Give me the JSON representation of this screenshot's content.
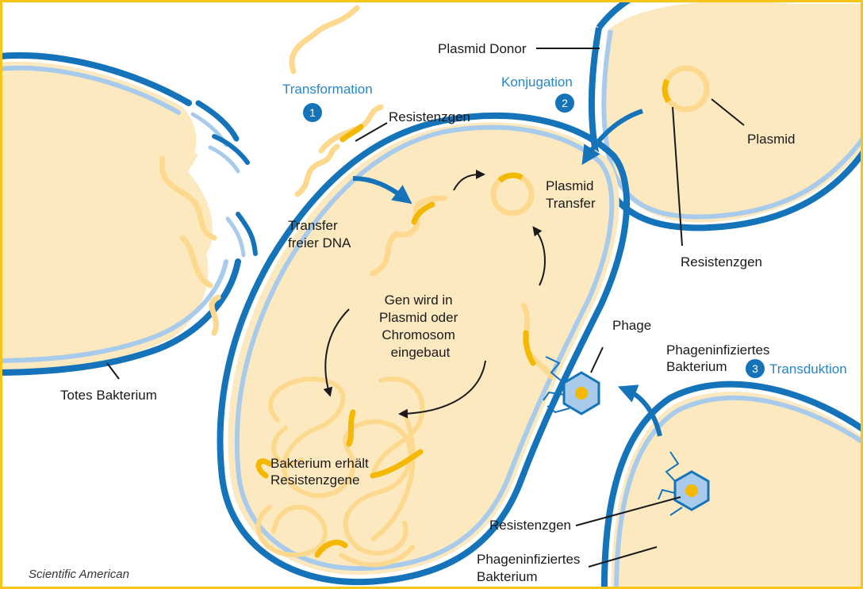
{
  "colors": {
    "frame": "#f5c518",
    "membrane_outer": "#1473b9",
    "membrane_inner": "#a9cbeb",
    "cytoplasm": "#fde9c0",
    "dna": "#fcd98e",
    "resistance_gene": "#f5b800",
    "accent_blue": "#2a86c6",
    "leader": "#1a1a1a"
  },
  "icons": {
    "step_badge": "circle-number-icon",
    "phage": "hexagon-phage-icon",
    "arrow": "curved-arrow-icon"
  },
  "steps": [
    {
      "number": "1",
      "label": "Transformation"
    },
    {
      "number": "2",
      "label": "Konjugation"
    },
    {
      "number": "3",
      "label": "Transduktion"
    }
  ],
  "labels": {
    "plasmid_donor": "Plasmid Donor",
    "resistenzgen_top": "Resistenzgen",
    "plasmid": "Plasmid",
    "plasmid_transfer": [
      "Plasmid",
      "Transfer"
    ],
    "transfer_dna": [
      "Transfer",
      "freier DNA"
    ],
    "resistenzgen_right": "Resistenzgen",
    "gen_wird": [
      "Gen wird in",
      "Plasmid oder",
      "Chromosom",
      "eingebaut"
    ],
    "phage": "Phage",
    "phageninfiziertes_top": [
      "Phageninfiziertes",
      "Bakterium"
    ],
    "totes_bakterium": "Totes Bakterium",
    "bakterium_erhaelt": [
      "Bakterium erhält",
      "Resistenzgene"
    ],
    "resistenzgen_bottom": "Resistenzgen",
    "phageninfiziertes_bottom": [
      "Phageninfiziertes",
      "Bakterium"
    ]
  },
  "credit": "Scientific American"
}
